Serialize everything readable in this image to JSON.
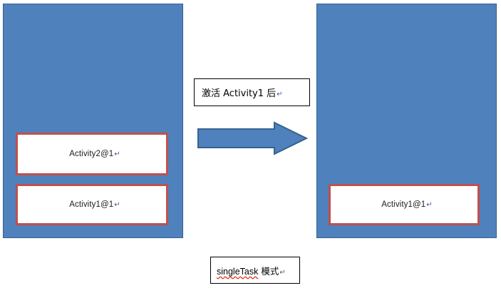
{
  "diagram": {
    "type": "android-launch-mode-illustration",
    "colors": {
      "stack_fill": "#4F81BD",
      "stack_border": "#36618E",
      "activity_border": "#C0504D",
      "activity_fill": "#FFFFFF",
      "arrow_fill": "#4F81BD",
      "arrow_border": "#36618E",
      "textbox_border": "#000000",
      "spellcheck_underline": "#E03020"
    },
    "stacks": {
      "left": {
        "name": "before-stack",
        "activities": [
          {
            "label": "Activity2@1",
            "mark": "↵"
          },
          {
            "label": "Activity1@1",
            "mark": "↵"
          }
        ]
      },
      "right": {
        "name": "after-stack",
        "activities": [
          {
            "label": "Activity1@1",
            "mark": "↵"
          }
        ]
      }
    },
    "arrow": {
      "name": "transition-arrow",
      "direction": "right"
    },
    "labels": {
      "transition": {
        "text": "激活 Activity1 后",
        "mark": "↵"
      },
      "mode": {
        "spelled_word": "singleTask",
        "text": " 模式",
        "mark": "↵"
      }
    }
  }
}
